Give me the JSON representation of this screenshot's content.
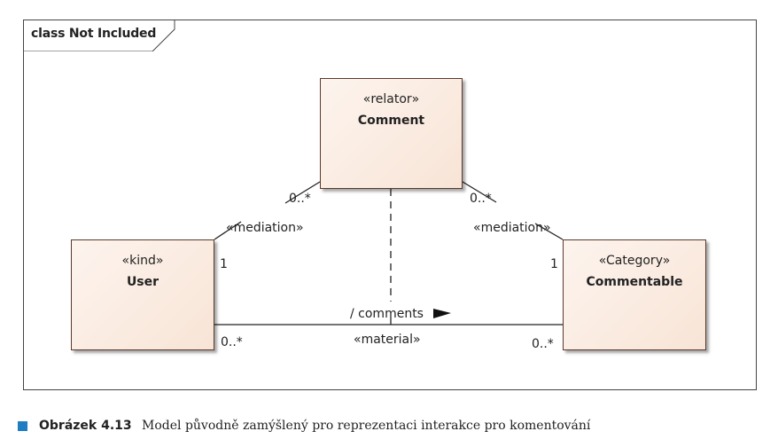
{
  "frame": {
    "title": "class Not Included"
  },
  "classes": {
    "comment": {
      "stereotype": "«relator»",
      "name": "Comment"
    },
    "user": {
      "stereotype": "«kind»",
      "name": "User"
    },
    "commentable": {
      "stereotype": "«Category»",
      "name": "Commentable"
    }
  },
  "associations": {
    "comment_user": {
      "stereotype": "«mediation»",
      "multiplicity_comment": "0..*",
      "multiplicity_user": "1"
    },
    "comment_commentable": {
      "stereotype": "«mediation»",
      "multiplicity_comment": "0..*",
      "multiplicity_commentable": "1"
    },
    "user_commentable": {
      "name": "/ comments",
      "stereotype": "«material»",
      "multiplicity_user": "0..*",
      "multiplicity_commentable": "0..*"
    }
  },
  "caption": {
    "label": "Obrázek 4.13",
    "text": "Model původně zamýšlený pro reprezentaci interakce pro komentování"
  },
  "colors": {
    "class_fill_light": "#fdf4ee",
    "class_fill_dark": "#f8e4d6",
    "class_border": "#5a3a2a",
    "caption_marker": "#1f7dc2"
  }
}
